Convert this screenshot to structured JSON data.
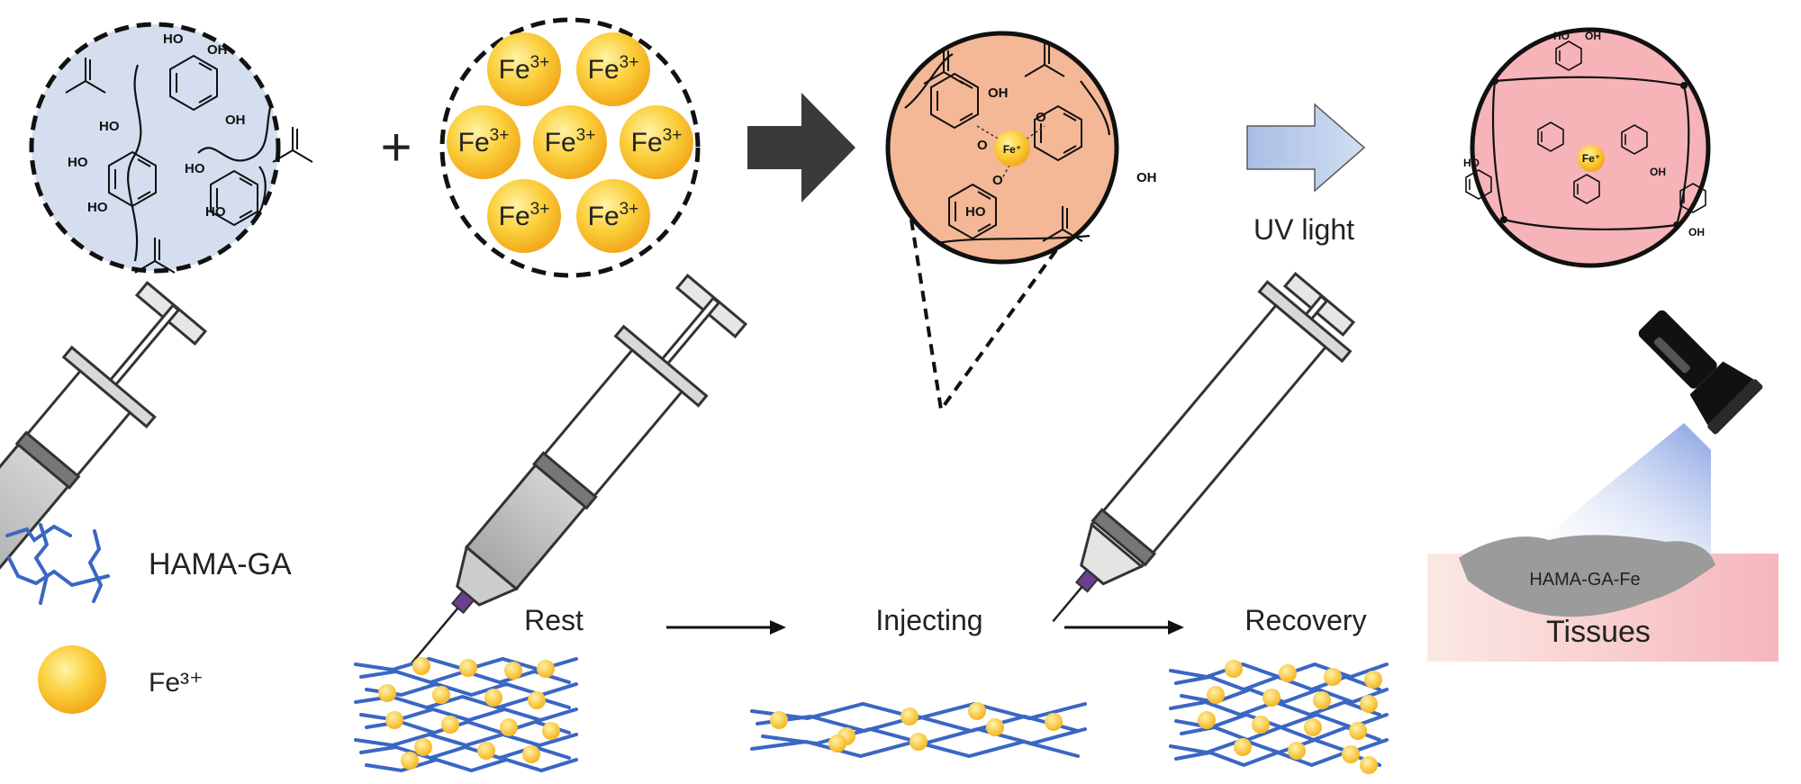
{
  "scheme": {
    "plus_sign": "+",
    "fe_ion": {
      "symbol": "Fe",
      "charge": "3+"
    },
    "complex_center": "Fe⁺",
    "step_labels": [
      "Rest",
      "Injecting",
      "Recovery"
    ],
    "uv_label": "UV light",
    "gel_label": "HAMA-GA-Fe",
    "tissue_label": "Tissues",
    "chem_groups": {
      "hydroxyl": "HO",
      "hydroxyl_right": "OH",
      "oxygen": "O"
    },
    "legend": {
      "polymer": "HAMA-GA",
      "ion": "Fe³⁺"
    },
    "colors": {
      "polymer_pool": "#d5deef",
      "complex": "#f4b896",
      "crosslinked": "#f7b4b8",
      "fe_gold": "#f8c12e",
      "fiber_blue": "#3a66c4",
      "dark_arrow": "#3a3a3a",
      "uv_arrow": "#b9cbe8",
      "tissue": "#f8c8cc"
    }
  }
}
